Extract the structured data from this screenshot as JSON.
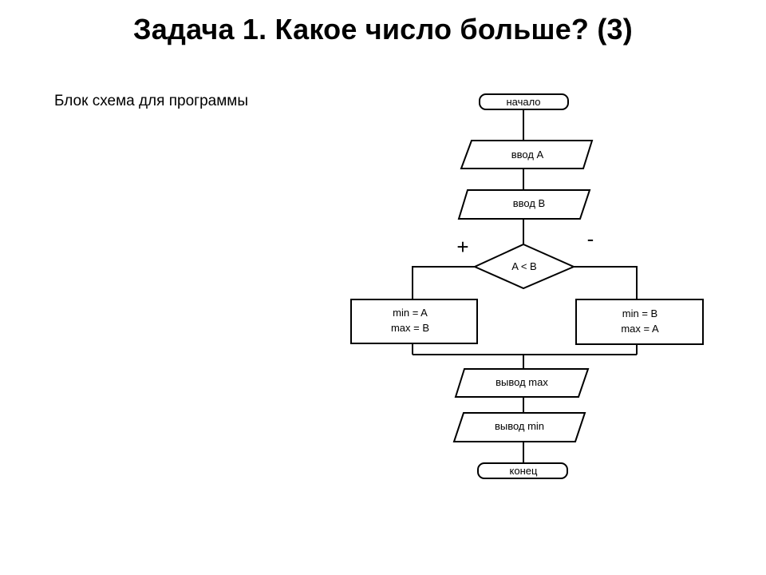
{
  "slide": {
    "title": "Задача 1. Какое число больше? (3)",
    "subtitle": "Блок схема для программы"
  },
  "flowchart": {
    "start": "начало",
    "input_a": "ввод A",
    "input_b": "ввод B",
    "condition": "A < B",
    "yes_label": "+",
    "no_label": "-",
    "yes_branch": [
      "min = A",
      "max = B"
    ],
    "no_branch": [
      "min = B",
      "max = A"
    ],
    "output_max": "вывод max",
    "output_min": "вывод min",
    "end": "конец"
  }
}
